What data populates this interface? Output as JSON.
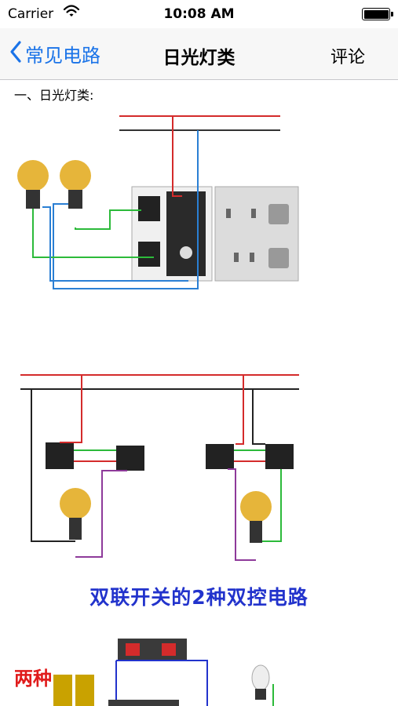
{
  "status_bar": {
    "carrier": "Carrier",
    "time": "10:08 AM"
  },
  "nav": {
    "back_label": "常见电路",
    "title": "日光灯类",
    "right_label": "评论"
  },
  "content": {
    "section_heading": "一、日光灯类:",
    "caption": "双联开关的2种双控电路",
    "side_text": "两种"
  },
  "colors": {
    "accent": "#1a73e8",
    "caption": "#2233cc",
    "wire_red": "#d42b2b",
    "wire_blue": "#2a7fd4",
    "wire_green": "#2cba3a",
    "wire_purple": "#8e3a9a"
  }
}
